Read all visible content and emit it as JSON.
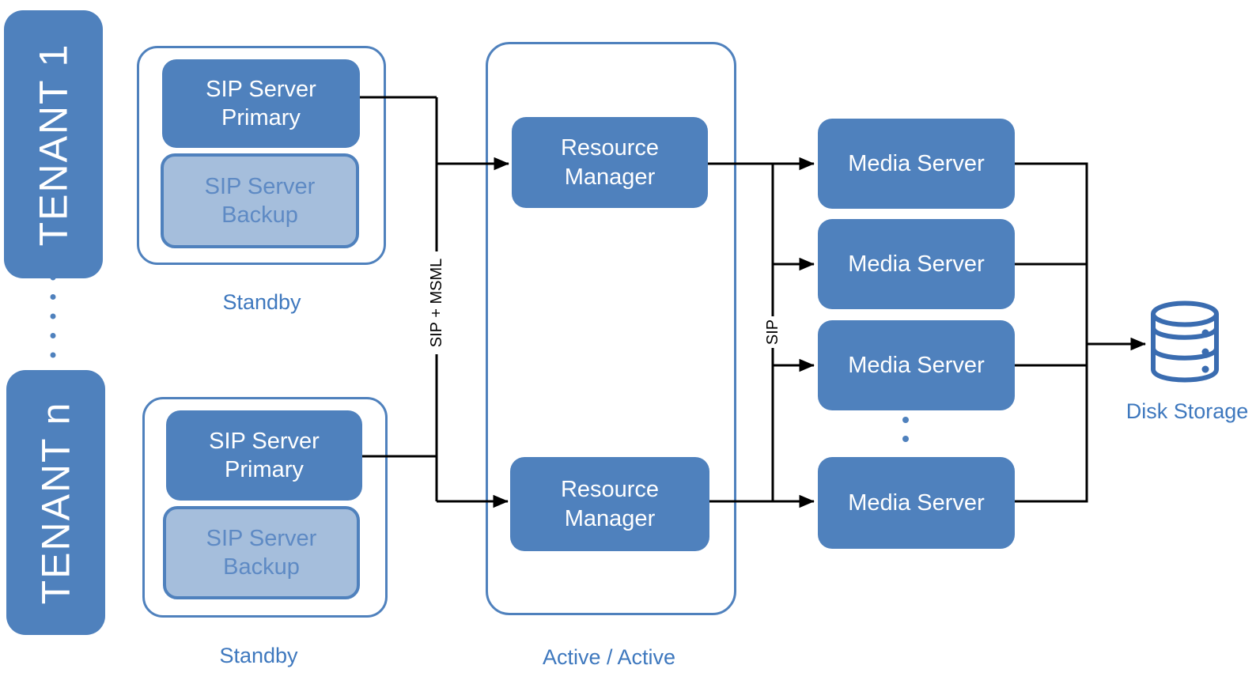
{
  "diagram": {
    "tenant_column": {
      "tenant_1": {
        "label": "TENANT 1"
      },
      "tenant_n": {
        "label": "TENANT n"
      }
    },
    "sip_server_groups": [
      {
        "primary_label": "SIP Server Primary",
        "backup_label": "SIP Server Backup",
        "caption": "Standby"
      },
      {
        "primary_label": "SIP Server Primary",
        "backup_label": "SIP Server Backup",
        "caption": "Standby"
      }
    ],
    "resource_manager_group": {
      "caption": "Active / Active",
      "managers": [
        "Resource Manager",
        "Resource Manager"
      ]
    },
    "media_servers": [
      "Media Server",
      "Media Server",
      "Media Server",
      "Media Server"
    ],
    "storage": {
      "label": "Disk Storage"
    },
    "connection_labels": {
      "sip_msml": "SIP + MSML",
      "sip": "SIP"
    },
    "colors": {
      "node_fill": "#4F81BD",
      "backup_fill": "#A5BEDC",
      "backup_text": "#5E8AC4",
      "group_border": "#4F81BD",
      "caption_text": "#3E78BE",
      "connector": "#000000",
      "storage_icon": "#3A6CB0"
    }
  }
}
